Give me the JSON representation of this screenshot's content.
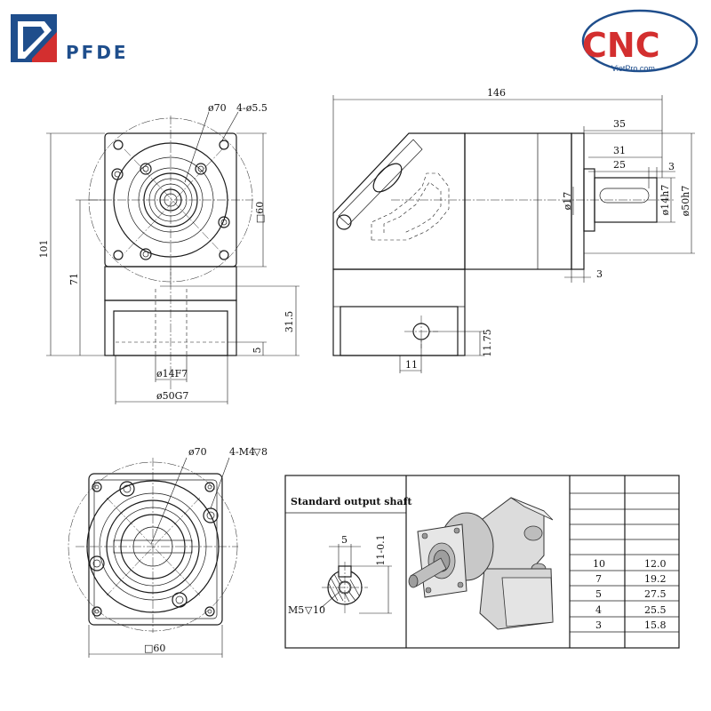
{
  "brand": {
    "name": "PFDE",
    "color": "#1f4e8c",
    "accent": "#d32f2f"
  },
  "partner": {
    "name": "CNC",
    "site": "VietPro.com",
    "ring_color": "#1f4e8c",
    "text_color": "#d32f2f"
  },
  "front_view": {
    "bolt_circle": "ø70",
    "holes": "4-ø5.5",
    "flange": "□60",
    "height_total": "101",
    "center_height": "71",
    "base_height": "31.5",
    "pilot_depth": "5",
    "bore": "ø14F7",
    "pilot": "ø50G7"
  },
  "side_view": {
    "length": "146",
    "shaft_total": "35",
    "shaft_len": "31",
    "key_len": "25",
    "key_offset": "3",
    "collar": "ø17",
    "shaft_dia": "ø14h7",
    "pilot_dia": "ø50h7",
    "flange_thk": "3",
    "bore_height": "11.75",
    "bore_offset": "11"
  },
  "output_view": {
    "bolt_circle": "ø70",
    "holes": "4-M4",
    "depth": "8",
    "flange": "□60"
  },
  "shaft_detail": {
    "title": "Standard output shaft",
    "key_width": "5",
    "key_height": "11-0.1",
    "tap": "M5",
    "tap_depth": "10"
  },
  "ratio_table": {
    "rows": [
      [
        "10",
        "12.0"
      ],
      [
        "7",
        "19.2"
      ],
      [
        "5",
        "27.5"
      ],
      [
        "4",
        "25.5"
      ],
      [
        "3",
        "15.8"
      ]
    ]
  }
}
